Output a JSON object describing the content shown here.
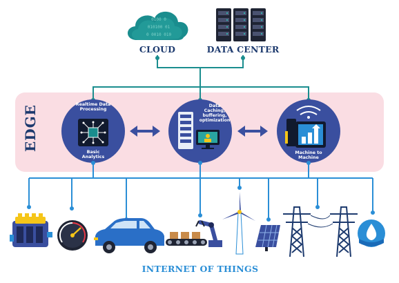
{
  "top": {
    "cloud_label": "CLOUD",
    "cloud_binary": [
      "0100 0",
      "010100 01",
      "0 0010 010"
    ],
    "datacenter_label": "DATA CENTER"
  },
  "edge": {
    "label": "EDGE",
    "realtime_label_line1": "Realtime Data",
    "realtime_label_line2": "Processing",
    "analytics_label_line1": "Basic",
    "analytics_label_line2": "Analytics",
    "caching_label_line1": "Data",
    "caching_label_line2": "Caching,",
    "caching_label_line3": "buffering,",
    "caching_label_line4": "optimization",
    "m2m_label_line1": "Machine to",
    "m2m_label_line2": "Machine"
  },
  "bottom": {
    "label": "INTERNET OF THINGS"
  },
  "colors": {
    "navy": "#1d3a6e",
    "circle": "#3a4f9f",
    "teal": "#1a8d8e",
    "line": "#2a8ed6",
    "edge_bg": "#fadde3",
    "yellow": "#f5c518"
  }
}
